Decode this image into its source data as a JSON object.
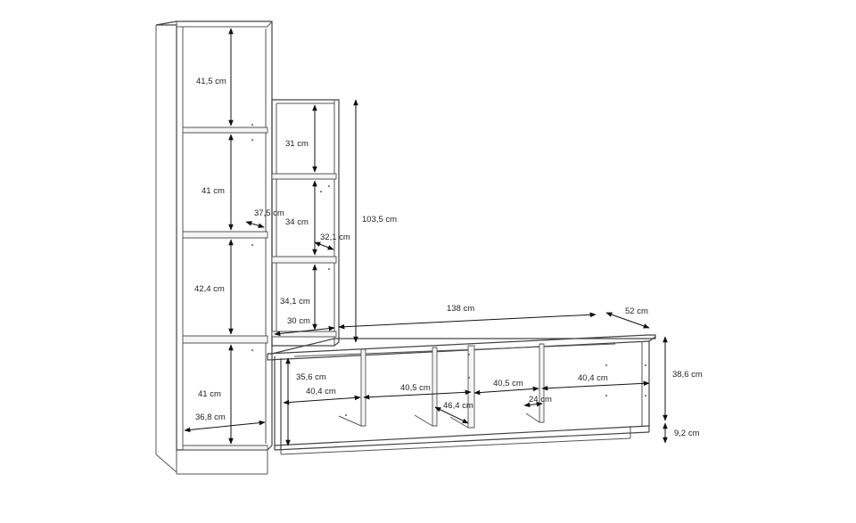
{
  "labels": {
    "tall_s1": "41,5 cm",
    "tall_s2": "41 cm",
    "tall_s3": "42,4 cm",
    "tall_s4": "41 cm",
    "tall_width": "36,8 cm",
    "tall_depth": "37,5 cm",
    "mid_s1": "31 cm",
    "mid_s2": "34 cm",
    "mid_s3": "34,1 cm",
    "mid_width": "30 cm",
    "mid_depth": "32,1 cm",
    "mid_height": "103,5 cm",
    "low_width": "138 cm",
    "low_depth": "52 cm",
    "low_height": "38,6 cm",
    "low_plinth": "9,2 cm",
    "low_inner_h": "35,6 cm",
    "low_c1": "40,4 cm",
    "low_c2": "40,5 cm",
    "low_c3": "40,5 cm",
    "low_c4": "40,4 cm",
    "low_inner_depth": "46,4 cm",
    "low_small_depth": "24 cm"
  }
}
